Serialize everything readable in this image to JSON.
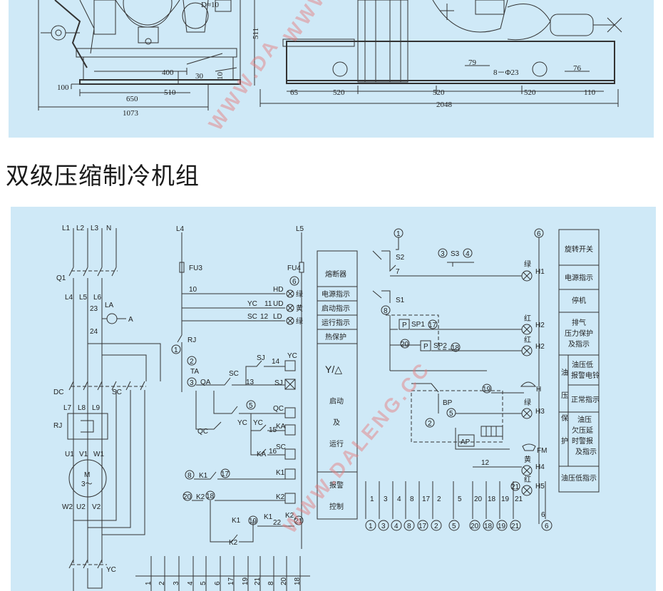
{
  "title": "双级压缩制冷机组",
  "watermark": {
    "top": "WWW.DA",
    "bottom": "WWW.DALENG.CC"
  },
  "top_drawing": {
    "dimensions": {
      "d_top": "D≈10",
      "h_511": "511",
      "d_400": "400",
      "d_30": "30",
      "d_10": "10",
      "d_100": "100",
      "d_650": "650",
      "d_510": "510",
      "d_1073": "1073",
      "d_79": "79",
      "d_8phi23": "8－Φ23",
      "d_76": "76",
      "d_65": "65",
      "d_520a": "520",
      "d_520b": "520",
      "d_520c": "520",
      "d_110": "110",
      "d_2048": "2048"
    }
  },
  "circuit": {
    "power": {
      "l1": "L1",
      "l2": "L2",
      "l3": "L3",
      "n": "N",
      "q1": "Q1",
      "l4": "L4",
      "l5": "L5",
      "l6": "L6",
      "n23": "23",
      "n24": "24",
      "la": "LA",
      "a": "A",
      "dc": "DC",
      "sc": "SC",
      "l7": "L7",
      "l8": "L8",
      "l9": "L9",
      "rj": "RJ",
      "u1": "U1",
      "v1": "V1",
      "w1": "W1",
      "motor": "M",
      "motor_sub": "3～",
      "w2": "W2",
      "u2": "U2",
      "v2": "V2",
      "yc": "YC"
    },
    "control": {
      "l4": "L4",
      "l5": "L5",
      "fu3": "FU3",
      "fu4": "FU4",
      "n10": "10",
      "hd": "HD",
      "yc": "YC",
      "n11": "11",
      "ud": "UD",
      "sc": "SC",
      "n12": "12",
      "ld": "LD",
      "green": "绿",
      "yellow": "黄",
      "green2": "绿",
      "rj": "RJ",
      "ta": "TA",
      "qa": "QA",
      "sc2": "SC",
      "n13": "13",
      "sj": "SJ",
      "n14": "14",
      "yc2": "YC",
      "sj2": "SJ",
      "qc": "QC",
      "yc3": "YC",
      "yc4": "YC",
      "n15": "15",
      "ka": "KA",
      "qc2": "QC",
      "ka2": "KA",
      "n16": "16",
      "sc3": "SC",
      "k1a": "K1",
      "k1b": "K1",
      "k2a": "K2",
      "k1c": "K1",
      "k1d": "K1",
      "k2b": "K2",
      "n22": "22",
      "k2c": "K2",
      "k2d": "K2",
      "c1": "1",
      "c2": "2",
      "c3": "3",
      "c5": "5",
      "c6": "6",
      "c8": "8",
      "c17": "17",
      "c19": "19",
      "c20": "20",
      "c18": "18",
      "c21": "21"
    },
    "middle_legend": [
      "熔断器",
      "电源指示",
      "启动指示",
      "运行指示",
      "热保护",
      "Y/△",
      "启动",
      "及",
      "运行",
      "报警",
      "控制"
    ],
    "right": {
      "c1": "1",
      "s2": "S2",
      "n7": "7",
      "c3": "3",
      "s3": "S3",
      "c4": "4",
      "c6": "6",
      "green1": "绿",
      "h1": "H1",
      "c8": "8",
      "s1": "S1",
      "red1": "红",
      "h2a": "H2",
      "p1": "P",
      "sp1": "SP1",
      "c17": "17",
      "c20": "20",
      "p2": "P",
      "sp2": "SP2",
      "c18": "18",
      "red2": "红",
      "h2b": "H2",
      "c19": "19",
      "h": "H",
      "bp": "BP",
      "c5": "5",
      "c2": "2",
      "green2": "绿",
      "h3": "H3",
      "ap": "AP",
      "fm": "FM",
      "n12": "12",
      "yellow": "黄",
      "h4": "H4",
      "c21": "21",
      "red3": "红",
      "h5": "H5"
    },
    "right_legend": [
      "旋转开关",
      "电源指示",
      "停机",
      "排气",
      "压力保护",
      "及指示",
      "油压低",
      "报警电铃",
      "正常指示",
      "油压",
      "欠压延",
      "时警报",
      "及指示",
      "油压低指示"
    ],
    "right_legend_side": [
      "油",
      "压",
      "保",
      "护"
    ],
    "terminal_right": [
      "1",
      "3",
      "4",
      "8",
      "17",
      "2",
      "5",
      "20",
      "18",
      "19",
      "21",
      "6"
    ],
    "terminal_bottom": [
      "1",
      "2",
      "3",
      "4",
      "5",
      "6",
      "17",
      "19",
      "21",
      "8",
      "20",
      "18"
    ]
  }
}
